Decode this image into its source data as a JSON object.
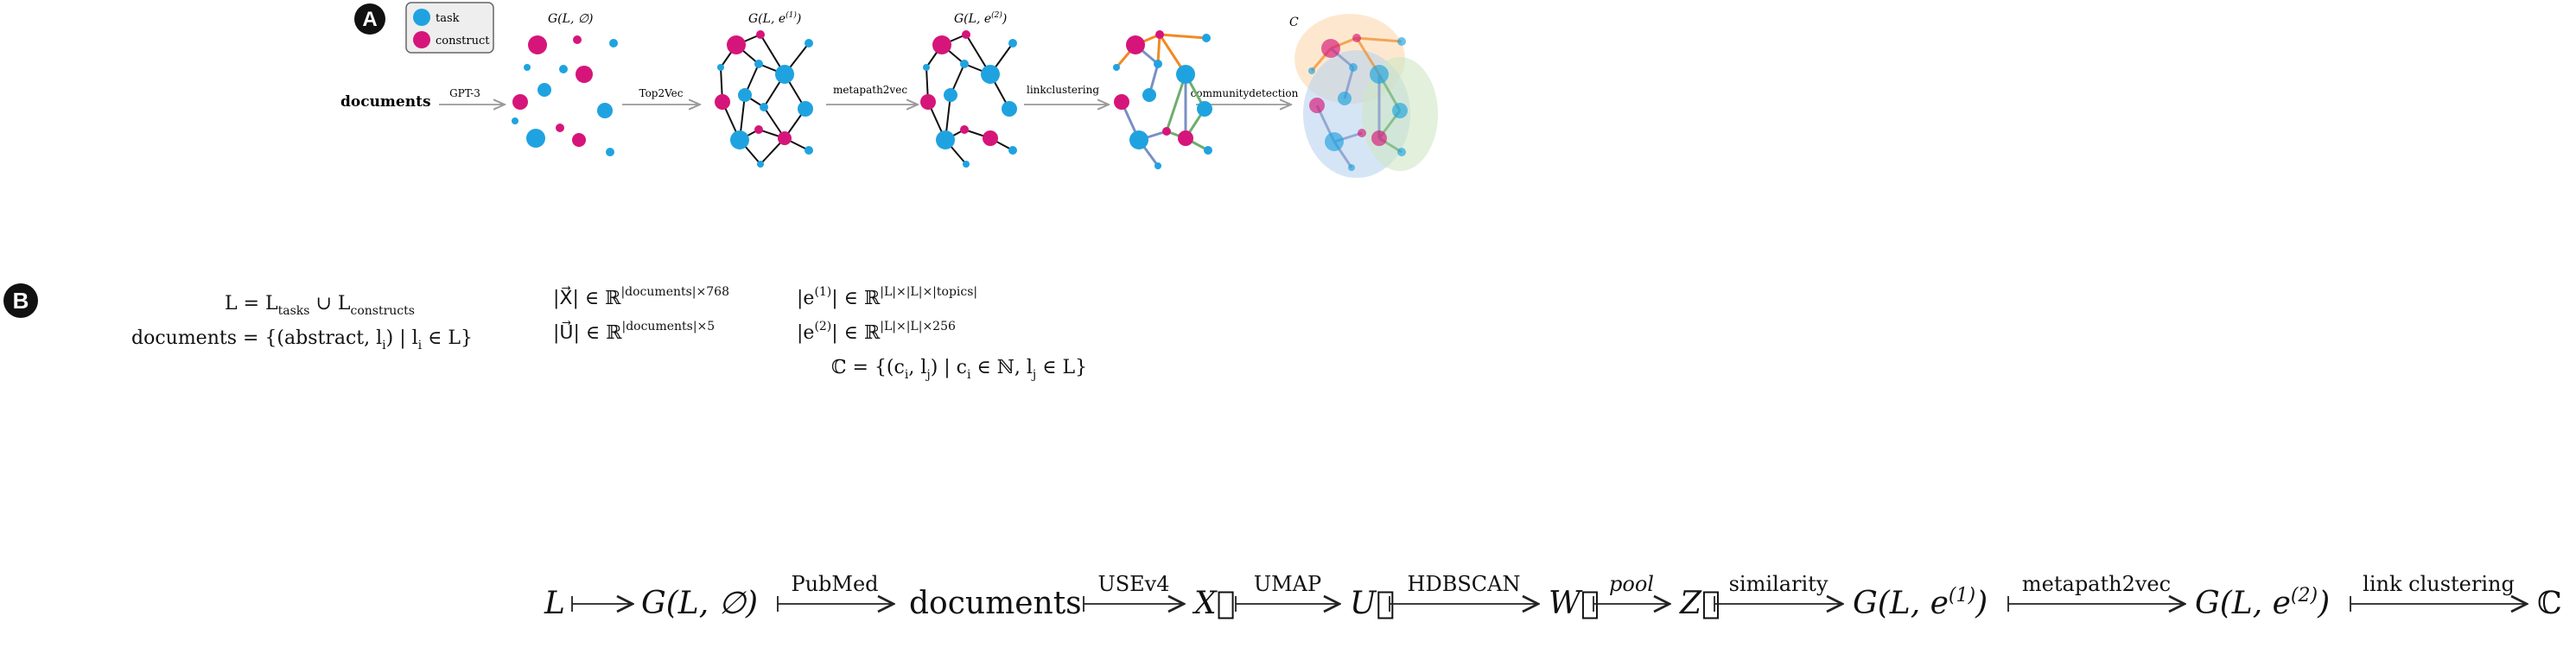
{
  "badges": {
    "a": "A",
    "b": "B"
  },
  "legend": {
    "task": "task",
    "construct": "construct",
    "task_color": "#1fa3e0",
    "construct_color": "#d6157a"
  },
  "panel_a": {
    "documents": "documents",
    "graph_titles": [
      "G(L, ∅)",
      "G(L, e",
      "G(L, e",
      "C"
    ],
    "graph_title_sups": [
      "",
      "(1)",
      "(2)",
      ""
    ],
    "arrows": [
      "GPT-3",
      "Top2Vec",
      "metapath2vec",
      "linkclustering",
      "communitydetection"
    ]
  },
  "panel_b": {
    "l_def": {
      "lhs": "L = L",
      "sub1": "tasks",
      "mid": " ∪ L",
      "sub2": "constructs"
    },
    "docs_def": "documents = {(abstract, l",
    "docs_def_tail": ") | l",
    "docs_def_end": " ∈ L}",
    "x_def": "|X⃗| ∈ ℝ",
    "x_sup": "|documents|×768",
    "u_def": "|U⃗| ∈ ℝ",
    "u_sup": "|documents|×5",
    "e1_def": "|e",
    "e1_sup1": "(1)",
    "e1_tail": "| ∈ ℝ",
    "e1_sup2": "|L|×|L|×|topics|",
    "e2_def": "|e",
    "e2_sup1": "(2)",
    "e2_tail": "| ∈ ℝ",
    "e2_sup2": "|L|×|L|×256",
    "c_def": "ℂ = {(c",
    "c_def_mid": ", l",
    "c_def_mid2": ") | c",
    "c_def_end": " ∈ ℕ, l",
    "c_def_end2": " ∈ L}"
  },
  "pipeline": {
    "nodes": [
      "L",
      "G(L, ∅)",
      "documents",
      "X⃗",
      "U⃗",
      "W⃗",
      "Z⃗",
      "G(L, e",
      "G(L, e",
      "ℂ"
    ],
    "node_sups": [
      "",
      "",
      "",
      "",
      "",
      "",
      "",
      "(1)",
      "(2)",
      ""
    ],
    "node_close": [
      "",
      "",
      "",
      "",
      "",
      "",
      "",
      ")",
      ")",
      ""
    ],
    "labels": [
      "",
      "PubMed",
      "USEv4",
      "UMAP",
      "HDBSCAN",
      "pool",
      "similarity",
      "metapath2vec",
      "link clustering"
    ]
  }
}
